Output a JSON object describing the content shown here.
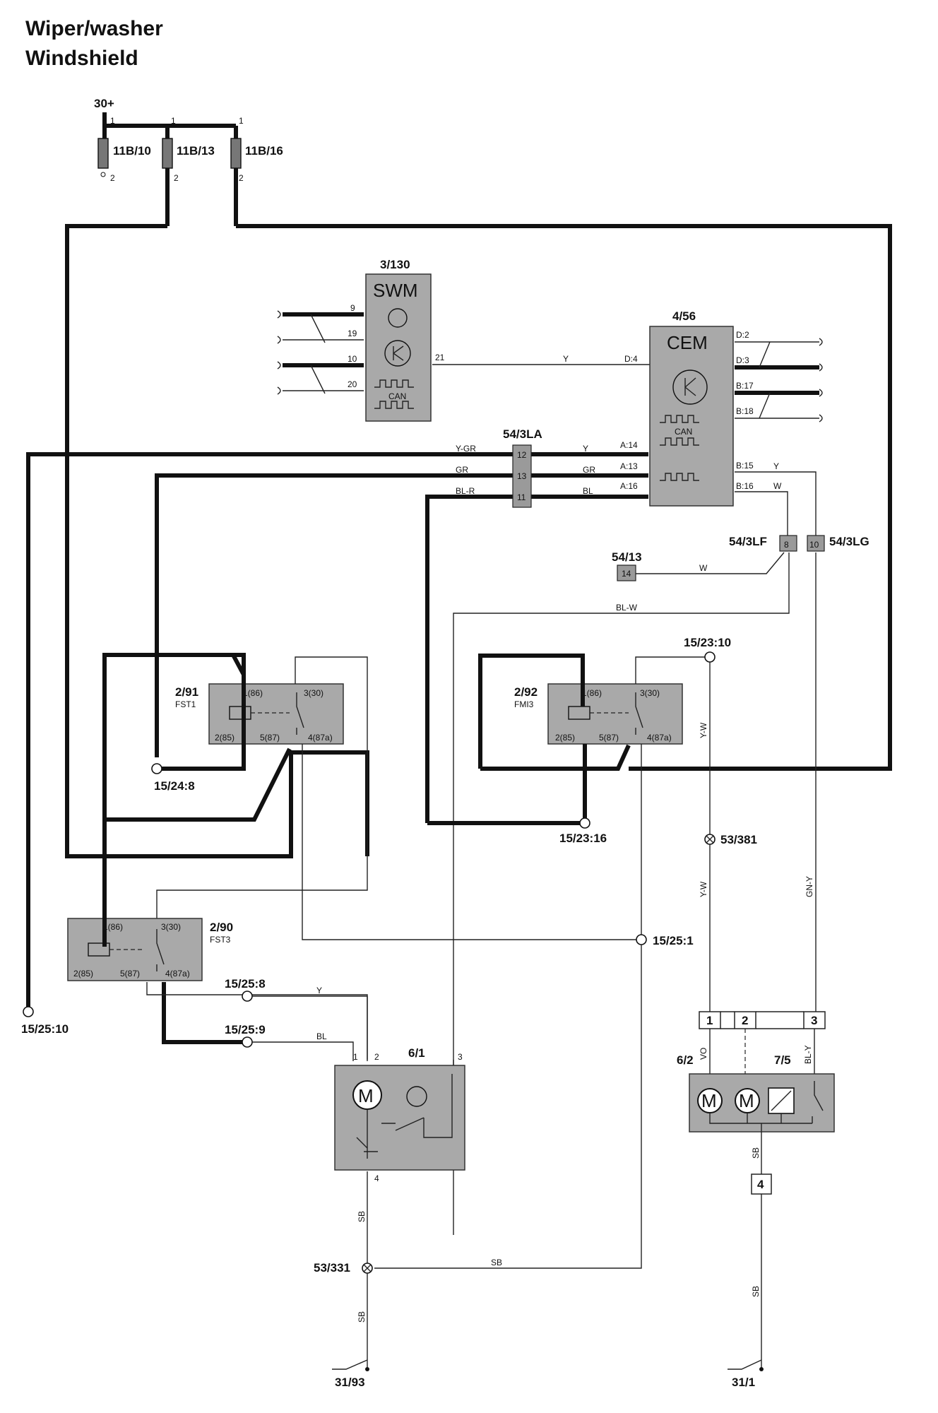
{
  "title": {
    "line1": "Wiper/washer",
    "line2": "Windshield"
  },
  "supply": {
    "label": "30+",
    "fuses": [
      "11B/10",
      "11B/13",
      "11B/16"
    ],
    "pin_top": "1",
    "pin_bottom": "2"
  },
  "components": {
    "swm": {
      "id": "3/130",
      "name": "SWM",
      "pins": [
        "9",
        "19",
        "10",
        "20",
        "21"
      ],
      "can": "CAN"
    },
    "cem": {
      "id": "4/56",
      "name": "CEM",
      "pins_right": [
        "D:2",
        "D:3",
        "B:17",
        "B:18",
        "B:15",
        "B:16"
      ],
      "pins_left": [
        "D:4",
        "A:14",
        "A:13",
        "A:16"
      ],
      "can": "CAN"
    },
    "c54_3la": {
      "id": "54/3LA",
      "pins": [
        "12",
        "13",
        "11"
      ]
    },
    "c54_3lf": {
      "id": "54/3LF",
      "pin": "8"
    },
    "c54_3lg": {
      "id": "54/3LG",
      "pin": "10"
    },
    "c54_13": {
      "id": "54/13",
      "pin": "14"
    },
    "relay_291": {
      "id": "2/91",
      "name": "FST1",
      "pins": [
        "1(86)",
        "3(30)",
        "2(85)",
        "5(87)",
        "4(87a)"
      ]
    },
    "relay_292": {
      "id": "2/92",
      "name": "FMI3",
      "pins": [
        "1(86)",
        "3(30)",
        "2(85)",
        "5(87)",
        "4(87a)"
      ]
    },
    "relay_290": {
      "id": "2/90",
      "name": "FST3",
      "pins": [
        "1(86)",
        "3(30)",
        "2(85)",
        "5(87)",
        "4(87a)"
      ]
    },
    "motor_61": {
      "id": "6/1",
      "pins": [
        "1",
        "2",
        "3",
        "4"
      ],
      "motor": "M"
    },
    "motor_62": {
      "id": "6/2",
      "motor": "M"
    },
    "sw_75": {
      "id": "7/5"
    },
    "conn3": {
      "pins": [
        "1",
        "2",
        "3"
      ]
    },
    "conn4": {
      "pin": "4"
    }
  },
  "nodes": [
    "15/24:8",
    "15/23:10",
    "15/23:16",
    "53/381",
    "15/25:1",
    "15/25:10",
    "15/25:8",
    "15/25:9",
    "53/331"
  ],
  "grounds": [
    "31/93",
    "31/1"
  ],
  "wire_colors": {
    "y": "Y",
    "ygr": "Y-GR",
    "gr": "GR",
    "blr": "BL-R",
    "bl": "BL",
    "w": "W",
    "blw": "BL-W",
    "yw": "Y-W",
    "gny": "GN-Y",
    "sb": "SB",
    "vo": "VO",
    "bly": "BL-Y"
  }
}
